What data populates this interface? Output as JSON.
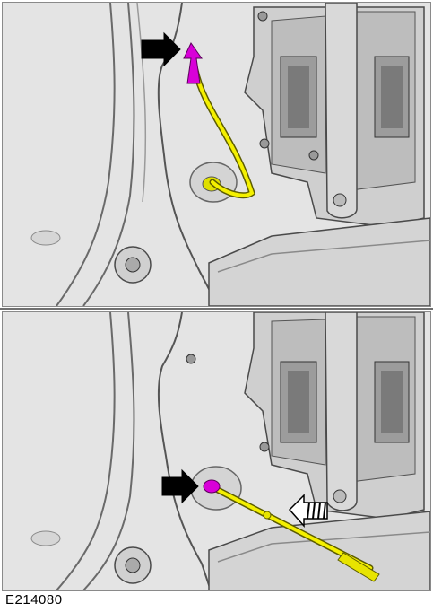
{
  "figure": {
    "id": "E214080"
  },
  "colors": {
    "panel_bg": "#e6e6e6",
    "metal_light": "#f2f2f2",
    "metal_mid": "#c8c8c8",
    "metal_dark": "#5a5a5a",
    "cable_yellow": "#f4f000",
    "connector_magenta": "#d800d8",
    "arrow_black": "#000000"
  },
  "panels": [
    {
      "name": "step-remove-retaining-clip",
      "icons": [
        "solid-black-arrow-icon",
        "magenta-clip-icon",
        "yellow-cable-icon"
      ]
    },
    {
      "name": "step-release-cable",
      "icons": [
        "solid-black-arrow-icon",
        "striped-direction-arrow-icon",
        "magenta-clip-icon",
        "yellow-cable-icon"
      ]
    }
  ]
}
